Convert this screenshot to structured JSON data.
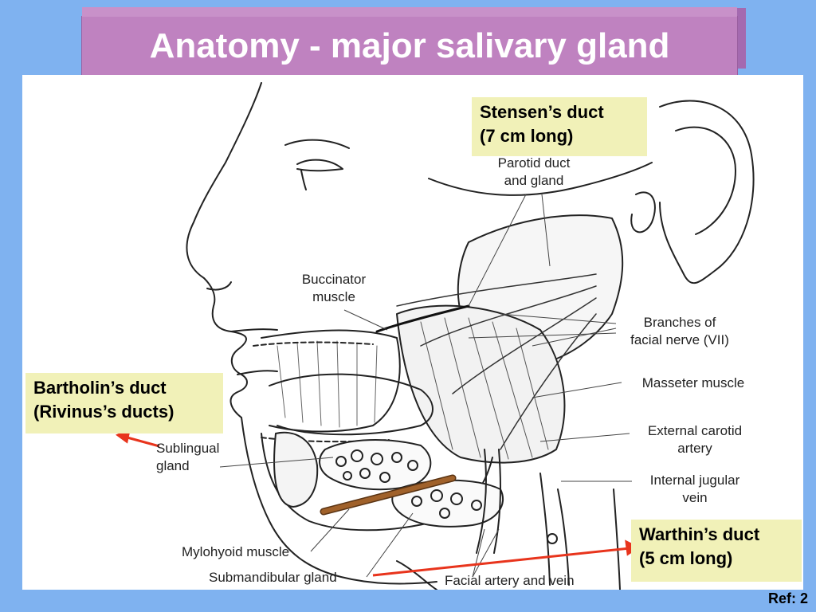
{
  "title": "Anatomy - major salivary gland",
  "callouts": {
    "stensen_line1": "Stensen’s duct",
    "stensen_line2": "(7 cm long)",
    "bartholin_line1": "Bartholin’s duct",
    "bartholin_line2": "(Rivinus’s ducts)",
    "warthin_line1": "Warthin’s duct",
    "warthin_line2": "(5 cm long)"
  },
  "labels": {
    "parotid_1": "Parotid duct",
    "parotid_2": "and gland",
    "buccinator_1": "Buccinator",
    "buccinator_2": "muscle",
    "branches_1": "Branches of",
    "branches_2": "facial nerve (VII)",
    "masseter": "Masseter muscle",
    "ext_carotid_1": "External carotid",
    "ext_carotid_2": "artery",
    "int_jugular_1": "Internal jugular",
    "int_jugular_2": "vein",
    "sublingual_1": "Sublingual",
    "sublingual_2": "gland",
    "mylohyoid": "Mylohyoid muscle",
    "submandibular": "Submandibular gland",
    "facial_artery": "Facial artery and vein"
  },
  "ref": "Ref: 2",
  "colors": {
    "background": "#7fb2f0",
    "title_bar": "#bf82c0",
    "callout_bg": "#f1f1b8",
    "arrow": "#e8341c",
    "duct_rod": "#a0612a"
  }
}
